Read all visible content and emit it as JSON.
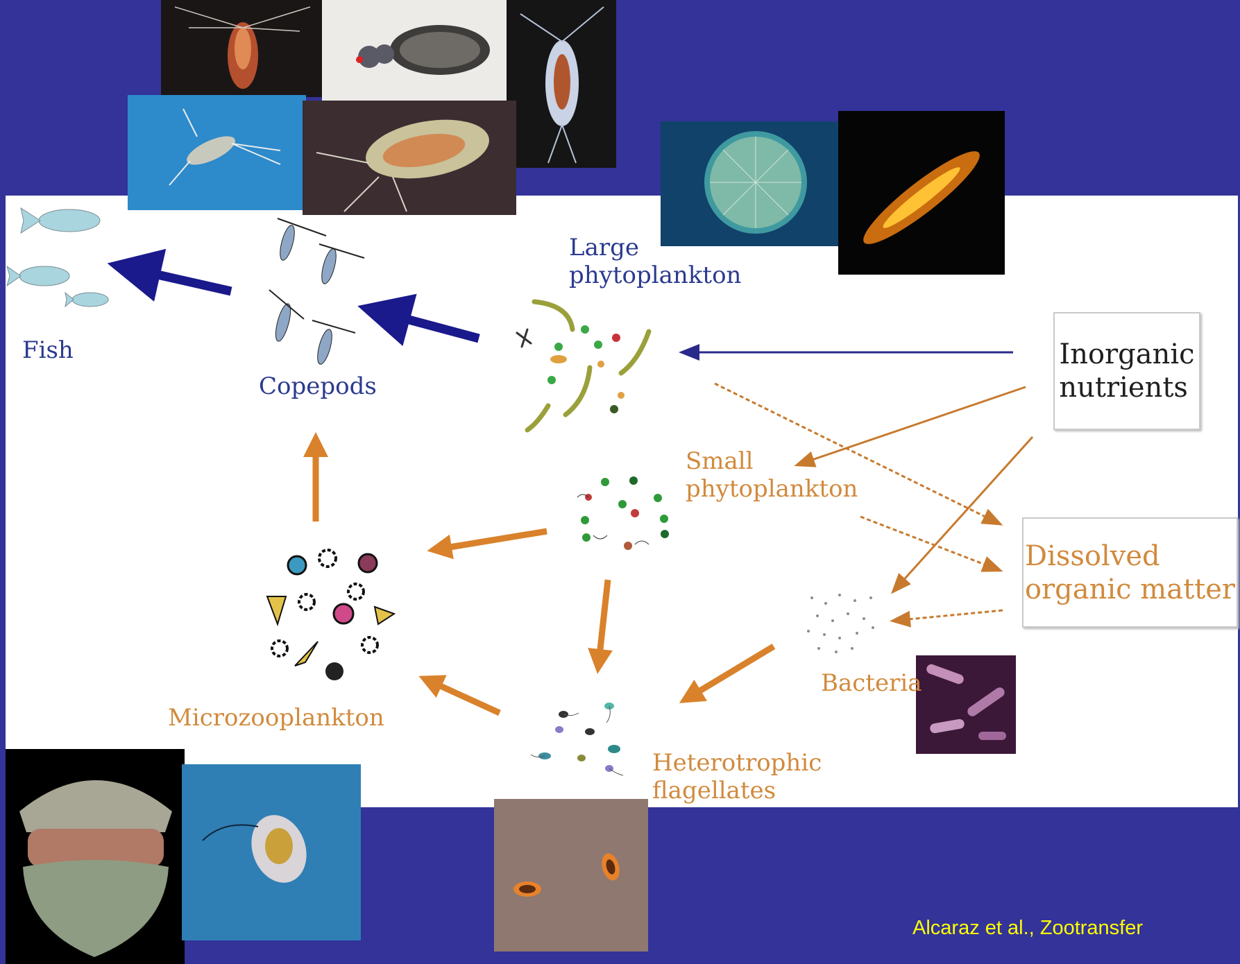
{
  "labels": {
    "fish": "Fish",
    "copepods": "Copepods",
    "large_phyto_1": "Large",
    "large_phyto_2": "phytoplankton",
    "inorganic_1": "Inorganic",
    "inorganic_2": "nutrients",
    "small_phyto_1": "Small",
    "small_phyto_2": "phytoplankton",
    "dom_1": "Dissolved",
    "dom_2": "organic matter",
    "bacteria": "Bacteria",
    "microzoo": "Microzooplankton",
    "hetero_1": "Heterotrophic",
    "hetero_2": "flagellates"
  },
  "credit": "Alcaraz et al.,  Zootransfer",
  "colors": {
    "background": "#333399",
    "panel": "#ffffff",
    "blue_arrow": "#1a1a8c",
    "orange_arrow": "#d9822b",
    "blue_text": "#2b3a8f",
    "orange_text": "#d18a3d",
    "credit_text": "#ffff00"
  }
}
